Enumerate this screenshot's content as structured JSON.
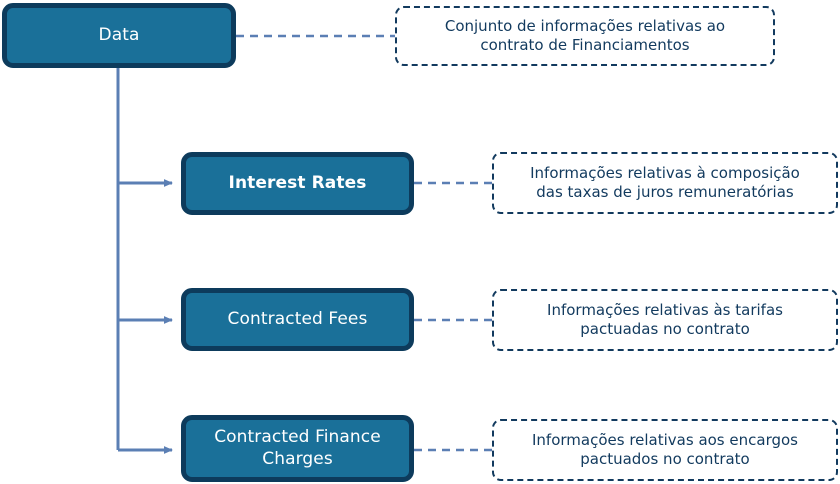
{
  "diagram": {
    "title": "Data",
    "root": {
      "label": "Data",
      "note": "Conjunto de informações relativas ao\ncontrato de Financiamentos"
    },
    "children": [
      {
        "label": "Interest Rates",
        "note": "Informações relativas à composição\ndas taxas de juros remuneratórias"
      },
      {
        "label": "Contracted Fees",
        "note": "Informações relativas às tarifas\npactuadas no contrato"
      },
      {
        "label": "Contracted Finance\nCharges",
        "note": "Informações relativas aos encargos\npactuados no contrato"
      }
    ],
    "colors": {
      "node_fill": "#1a7099",
      "node_border": "#0d3b5c",
      "node_text": "#ffffff",
      "connector": "#5b7fb4",
      "note_border": "#123a5e",
      "note_text": "#123a5e",
      "background": "#ffffff"
    }
  }
}
